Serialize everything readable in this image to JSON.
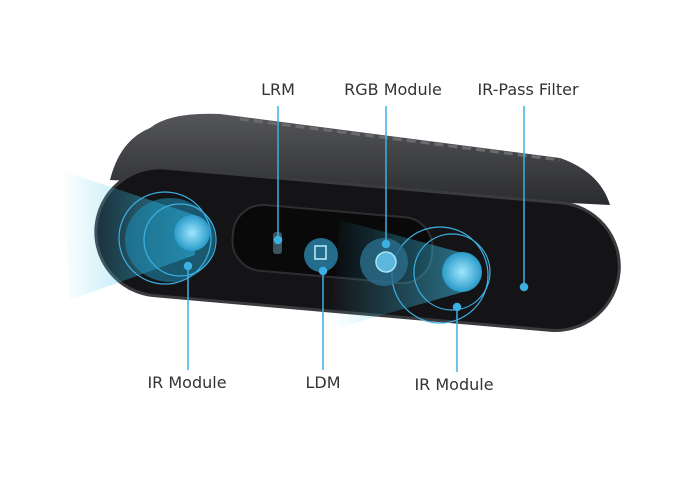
{
  "colors": {
    "accent": "#3cb0e2",
    "body": "#2a2a2c",
    "face": "#0d0d0f",
    "text": "#333333"
  },
  "labels": {
    "lrm": "LRM",
    "rgb_module": "RGB Module",
    "ir_pass_filter": "IR-Pass Filter",
    "ir_module_left": "IR Module",
    "ldm": "LDM",
    "ir_module_right": "IR Module"
  }
}
